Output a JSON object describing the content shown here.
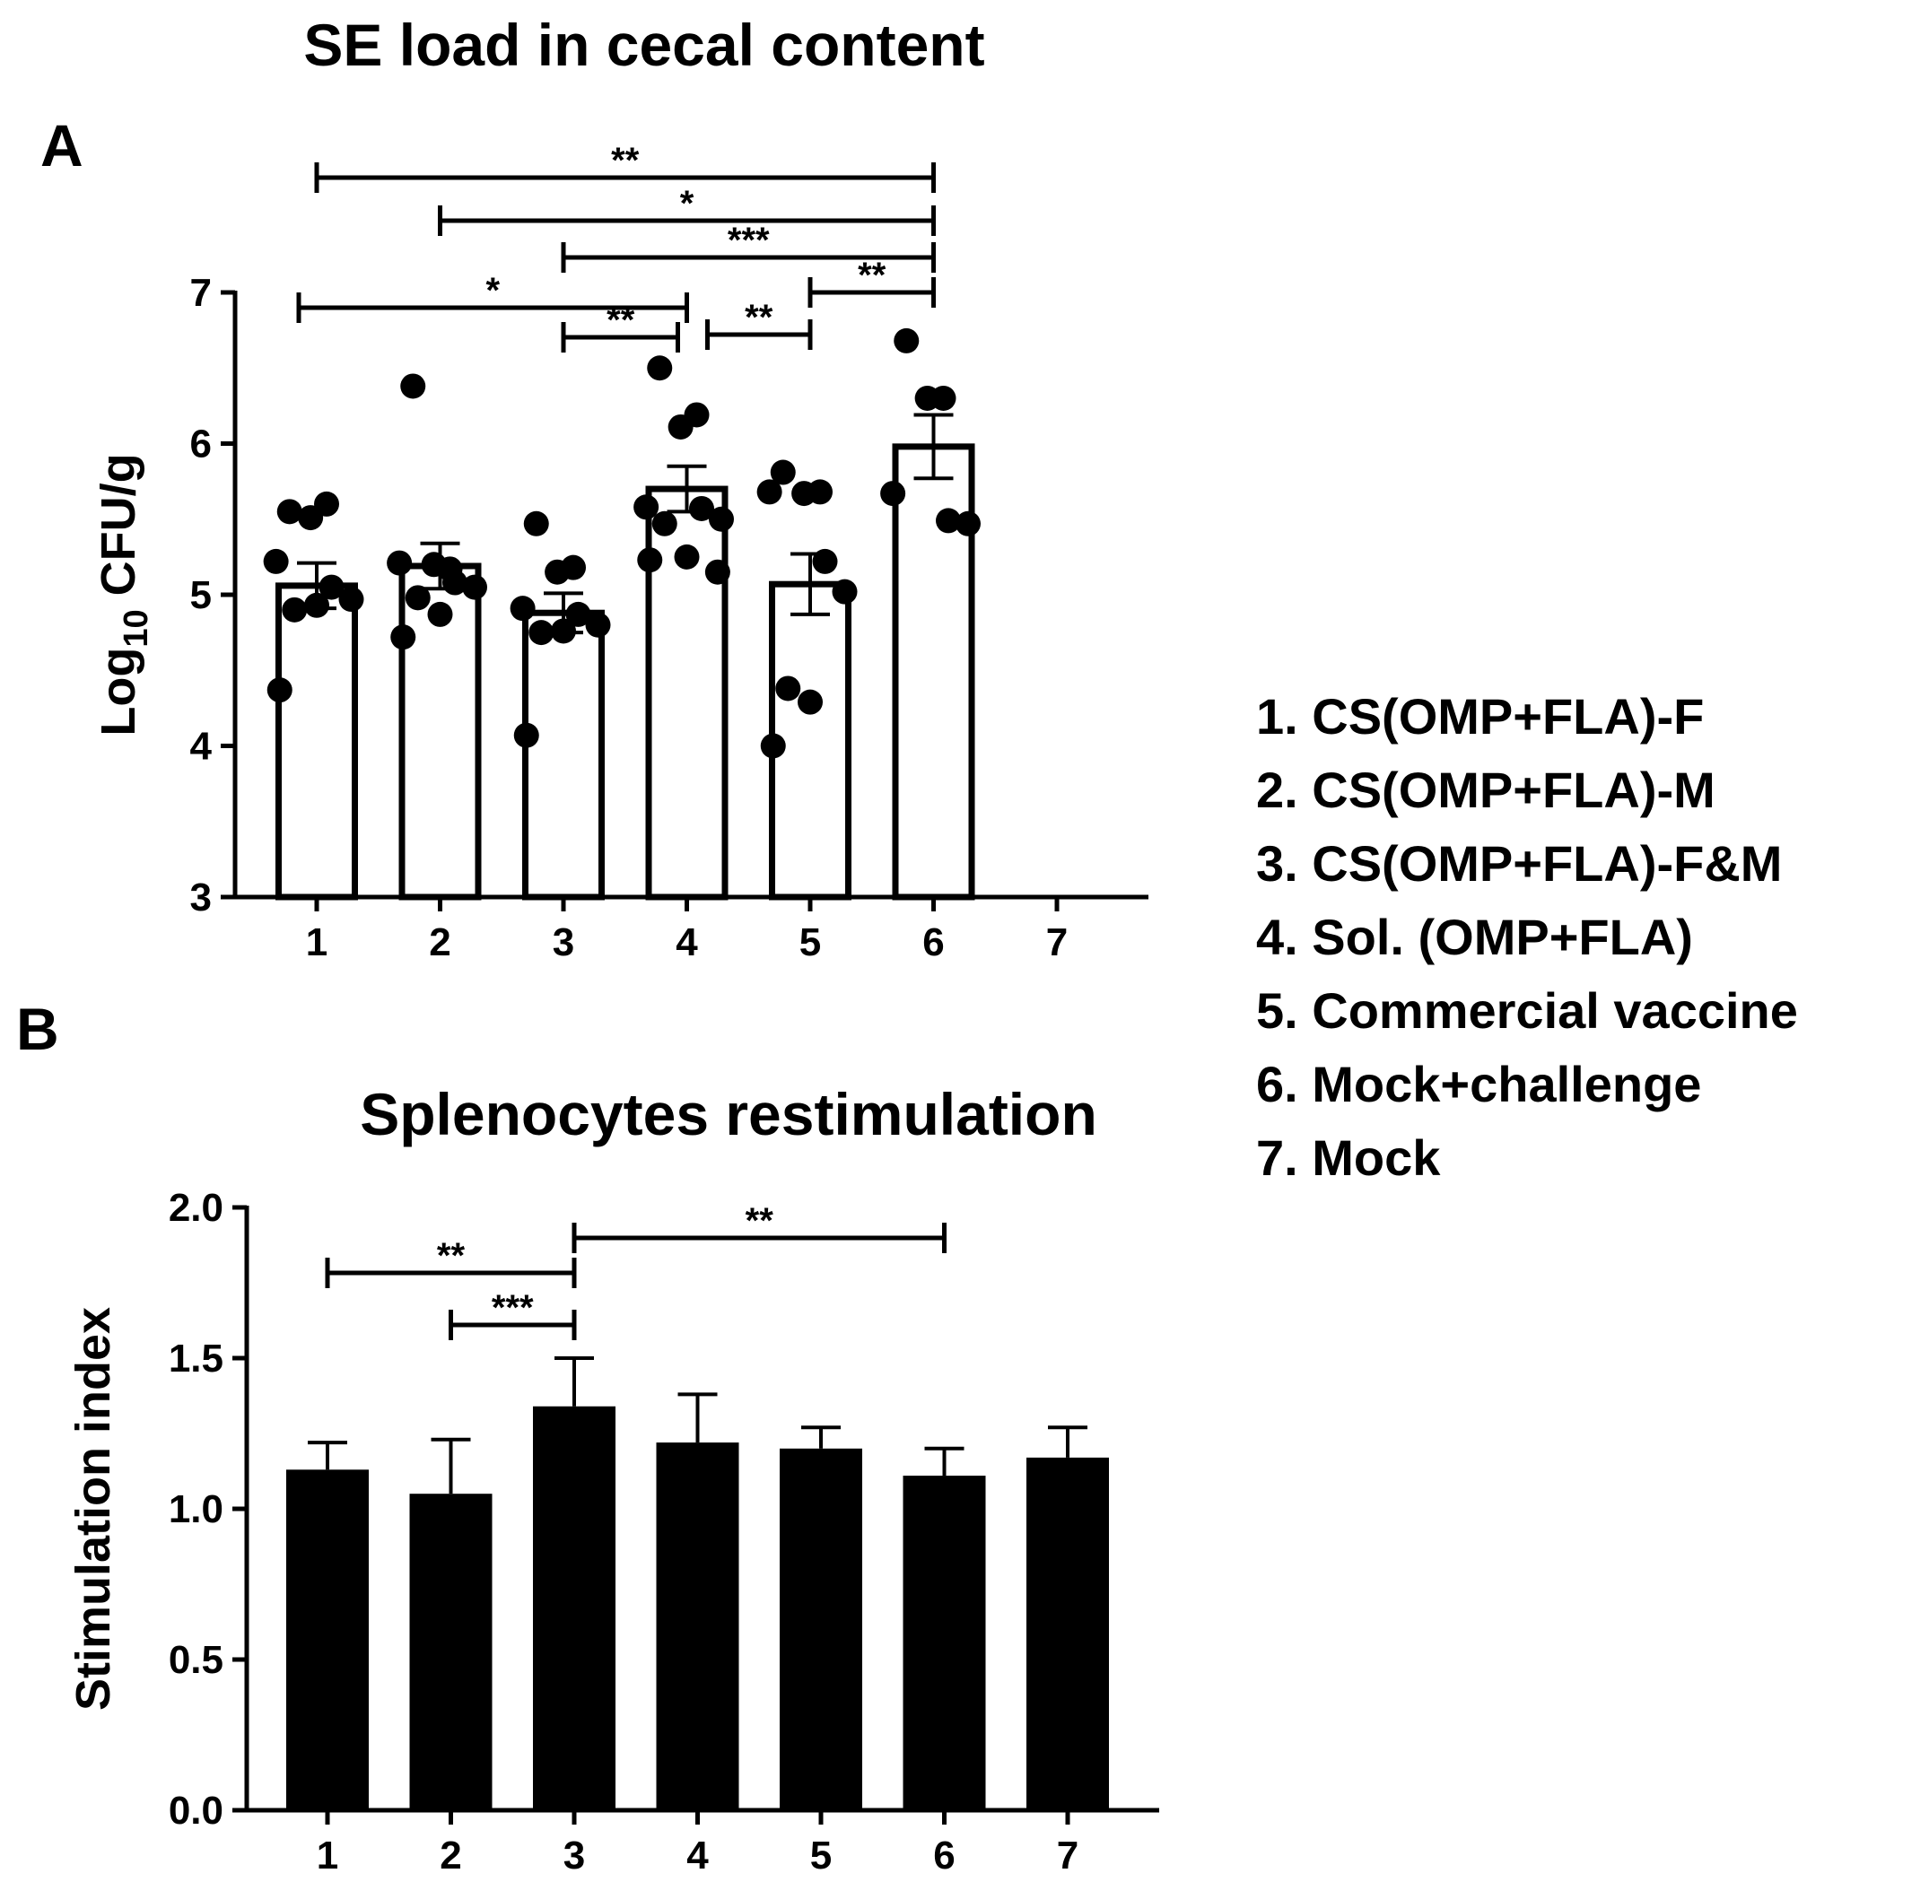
{
  "chart_data": [
    {
      "panel": "A",
      "type": "bar",
      "title": "SE load in cecal content",
      "ylabel_main": "Log",
      "ylabel_sub": "10",
      "ylabel_rest": " CFU/g",
      "ylim": [
        3,
        7
      ],
      "yticks": [
        "3",
        "4",
        "5",
        "6",
        "7"
      ],
      "categories": [
        "1",
        "2",
        "3",
        "4",
        "5",
        "6",
        "7"
      ],
      "values": [
        5.06,
        5.19,
        4.88,
        5.7,
        5.07,
        5.98,
        null
      ],
      "errors": [
        0.15,
        0.15,
        0.13,
        0.15,
        0.2,
        0.21,
        null
      ],
      "points": [
        [
          5.55,
          5.51,
          5.6,
          5.22,
          5.05,
          4.97,
          4.9,
          4.93,
          4.37
        ],
        [
          6.38,
          5.2,
          5.17,
          5.21,
          5.08,
          5.05,
          4.98,
          4.87,
          4.72
        ],
        [
          5.47,
          5.15,
          5.18,
          4.91,
          4.87,
          4.8,
          4.75,
          4.76,
          4.07
        ],
        [
          6.5,
          6.11,
          6.19,
          5.58,
          5.57,
          5.5,
          5.47,
          5.25,
          5.23,
          5.15
        ],
        [
          5.81,
          5.67,
          5.68,
          5.68,
          5.22,
          5.02,
          4.38,
          4.29,
          4.0
        ],
        [
          6.68,
          6.3,
          6.3,
          5.67,
          5.49,
          5.47
        ]
      ],
      "style": {
        "bar_fill": "#ffffff",
        "bar_stroke": "#000000"
      },
      "significance": [
        {
          "from": 1,
          "to": 6,
          "label": "**"
        },
        {
          "from": 2,
          "to": 6,
          "label": "*"
        },
        {
          "from": 3,
          "to": 6,
          "label": "***"
        },
        {
          "from": 5,
          "to": 6,
          "label": "**"
        },
        {
          "from": 1,
          "to": 4,
          "label": "*"
        },
        {
          "from": 3,
          "to": 4,
          "label": "**"
        },
        {
          "from": 4,
          "to": 5,
          "label": "**"
        }
      ]
    },
    {
      "panel": "B",
      "type": "bar",
      "title": "Splenocytes restimulation",
      "ylabel_main": "Stimulation index",
      "ylim": [
        0,
        2.0
      ],
      "yticks": [
        "0.0",
        "0.5",
        "1.0",
        "1.5",
        "2.0"
      ],
      "categories": [
        "1",
        "2",
        "3",
        "4",
        "5",
        "6",
        "7"
      ],
      "values": [
        1.13,
        1.05,
        1.34,
        1.22,
        1.2,
        1.11,
        1.17
      ],
      "errors": [
        0.09,
        0.18,
        0.16,
        0.16,
        0.07,
        0.09,
        0.1
      ],
      "style": {
        "bar_fill": "#000000",
        "bar_stroke": "#000000"
      },
      "significance": [
        {
          "from": 3,
          "to": 6,
          "label": "**"
        },
        {
          "from": 1,
          "to": 3,
          "label": "**"
        },
        {
          "from": 2,
          "to": 3,
          "label": "***"
        }
      ]
    }
  ],
  "legend": [
    "1. CS(OMP+FLA)-F",
    "2. CS(OMP+FLA)-M",
    "3. CS(OMP+FLA)-F&M",
    "4. Sol. (OMP+FLA)",
    "5. Commercial vaccine",
    "6. Mock+challenge",
    "7. Mock"
  ]
}
